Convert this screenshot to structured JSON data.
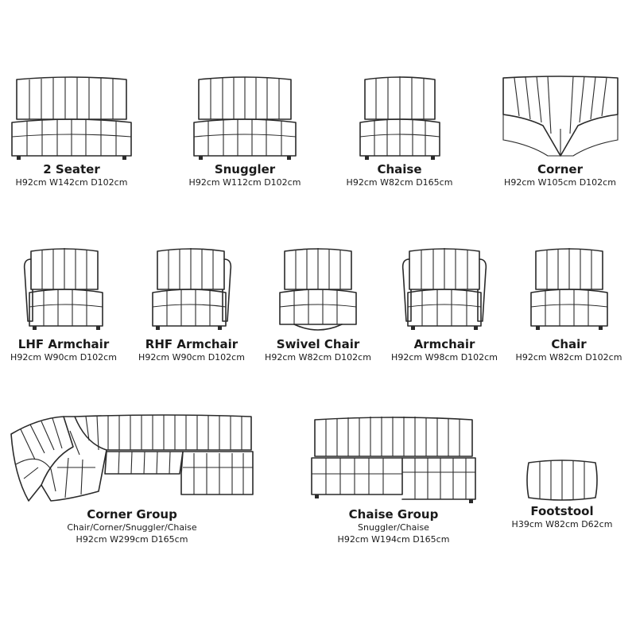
{
  "products": [
    {
      "id": "2-seater",
      "name": "2 Seater",
      "dims": "H92cm W142cm D102cm"
    },
    {
      "id": "snuggler",
      "name": "Snuggler",
      "dims": "H92cm W112cm D102cm"
    },
    {
      "id": "chaise",
      "name": "Chaise",
      "dims": "H92cm W82cm D165cm"
    },
    {
      "id": "corner",
      "name": "Corner",
      "dims": "H92cm W105cm D102cm"
    },
    {
      "id": "lhf-armchair",
      "name": "LHF Armchair",
      "dims": "H92cm W90cm D102cm"
    },
    {
      "id": "rhf-armchair",
      "name": "RHF Armchair",
      "dims": "H92cm W90cm D102cm"
    },
    {
      "id": "swivel-chair",
      "name": "Swivel Chair",
      "dims": "H92cm W82cm D102cm"
    },
    {
      "id": "armchair",
      "name": "Armchair",
      "dims": "H92cm W98cm D102cm"
    },
    {
      "id": "chair",
      "name": "Chair",
      "dims": "H92cm W82cm D102cm"
    },
    {
      "id": "corner-group",
      "name": "Corner Group",
      "components": "Chair/Corner/Snuggler/Chaise",
      "dims": "H92cm W299cm D165cm"
    },
    {
      "id": "chaise-group",
      "name": "Chaise Group",
      "components": "Snuggler/Chaise",
      "dims": "H92cm W194cm D165cm"
    },
    {
      "id": "footstool",
      "name": "Footstool",
      "dims": "H39cm W82cm D62cm"
    }
  ]
}
